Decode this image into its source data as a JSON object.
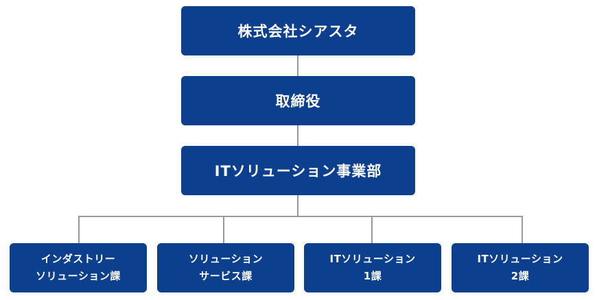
{
  "org_chart": {
    "top": "株式会社シアスタ",
    "board": "取締役",
    "division": "ITソリューション事業部",
    "sections": [
      {
        "line1": "インダストリー",
        "line2": "ソリューション課"
      },
      {
        "line1": "ソリューション",
        "line2": "サービス課"
      },
      {
        "line1": "ITソリューション",
        "line2": "1課"
      },
      {
        "line1": "ITソリューション",
        "line2": "2課"
      }
    ]
  },
  "colors": {
    "box": "#0d3f8f",
    "text": "#ffffff",
    "connector": "#999999"
  }
}
